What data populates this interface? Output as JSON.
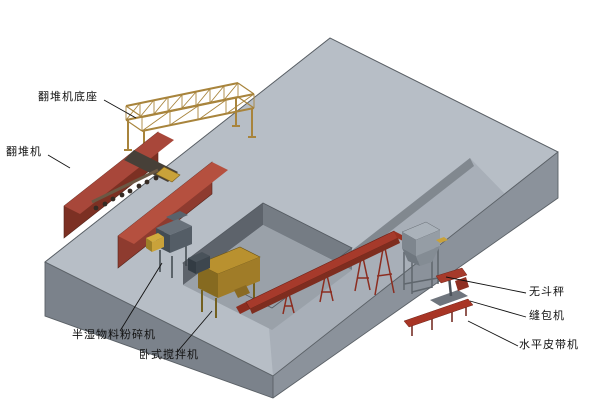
{
  "diagram": {
    "labels": {
      "turner_base": "翻堆机底座",
      "turner": "翻堆机",
      "crusher": "半湿物料粉碎机",
      "mixer": "卧式搅拌机",
      "scale": "无斗秤",
      "bag_sewing": "缝包机",
      "belt_conveyor": "水平皮带机"
    },
    "colors": {
      "background": "#ffffff",
      "platform_top": "#b7bec6",
      "platform_terrace": "#a8afb8",
      "platform_step_face": "#81888f",
      "platform_front_left": "#7b828b",
      "platform_front_right": "#8b929b",
      "pit_wall": "#5d636b",
      "pit_wall_light": "#757c84",
      "pit_floor": "#9aa1a9",
      "equipment_red": "#a63a2b",
      "equipment_dark_red": "#7e2d1f",
      "turner_wall_red": "#8e3b2f",
      "truss_tan": "#a8843c",
      "machine_yellow": "#c9a23a",
      "mixer_olive": "#b9912f",
      "steel_gray": "#aab2ba",
      "outline": "#5a6066",
      "label_text": "#111111"
    }
  }
}
